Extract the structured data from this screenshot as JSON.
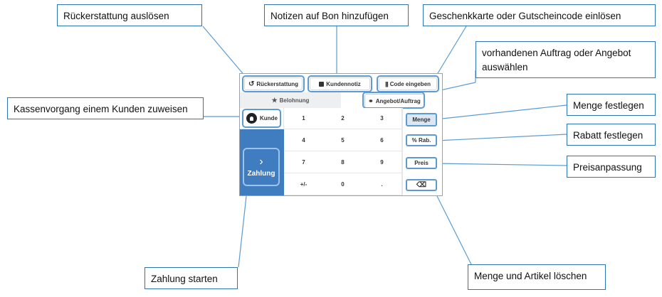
{
  "toolbar": {
    "refund_label": "Rückerstattung",
    "note_label": "Kundennotiz",
    "code_label": "Code eingeben"
  },
  "tabs": {
    "reward_label": "Belohnung",
    "offer_label": "Angebot/Auftrag"
  },
  "customer": {
    "label": "Kunde"
  },
  "payment": {
    "label": "Zahlung",
    "chevron": "›"
  },
  "keypad": {
    "keys": [
      "1",
      "2",
      "3",
      "4",
      "5",
      "6",
      "7",
      "8",
      "9",
      "+/-",
      "0",
      "."
    ]
  },
  "side_keys": {
    "quantity": "Menge",
    "discount": "% Rab.",
    "price": "Preis",
    "backspace": "⌫"
  },
  "callouts": {
    "refund": "Rückerstattung auslösen",
    "notes": "Notizen auf Bon hinzufügen",
    "giftcard": "Geschenkkarte oder Gutscheincode einlösen",
    "order": "vorhandenen Auftrag oder Angebot auswählen",
    "customer": "Kassenvorgang einem Kunden zuweisen",
    "quantity": "Menge festlegen",
    "discount": "Rabatt festlegen",
    "price": "Preisanpassung",
    "payment": "Zahlung starten",
    "delete": "Menge und Artikel löschen"
  },
  "colors": {
    "callout_border": "#2e75b6",
    "highlight": "#5b9bd5",
    "payment_bg": "#3f7cc0",
    "quantity_bg": "#dbe7f3",
    "leader_line": "#5b9bd5"
  }
}
